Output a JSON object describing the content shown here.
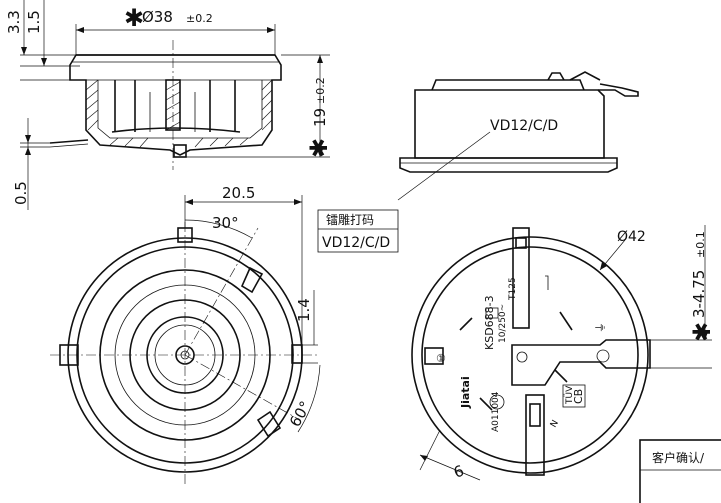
{
  "dimensions": {
    "top_3_3": "3.3",
    "top_1_5": "1.5",
    "diameter_38": "Ø38",
    "diameter_38_tol": "±0.2",
    "height_19": "19",
    "height_19_tol": "±0.2",
    "left_0_5": "0.5",
    "width_20_5": "20.5",
    "angle_30": "30°",
    "angle_60": "60°",
    "offset_1_4": "1.4",
    "dim_6": "6",
    "diameter_42": "Ø42",
    "range_3_475": "3-4.75",
    "range_tol": "±0.1",
    "critical_mark": "✱"
  },
  "marking": {
    "side_view_text": "VD12/C/D",
    "callout_title": "镭雕打码",
    "callout_value": "VD12/C/D"
  },
  "label_face": {
    "brand": "Jiatai",
    "model": "KSD688-3",
    "rating": "10/250~",
    "temp": "T125",
    "cert_code": "A011004",
    "cb_mark": "CB",
    "tuv_mark": "TÜV",
    "pin_label": "①",
    "arrow_label": "N"
  },
  "approval_box": {
    "text": "客户确认/"
  }
}
